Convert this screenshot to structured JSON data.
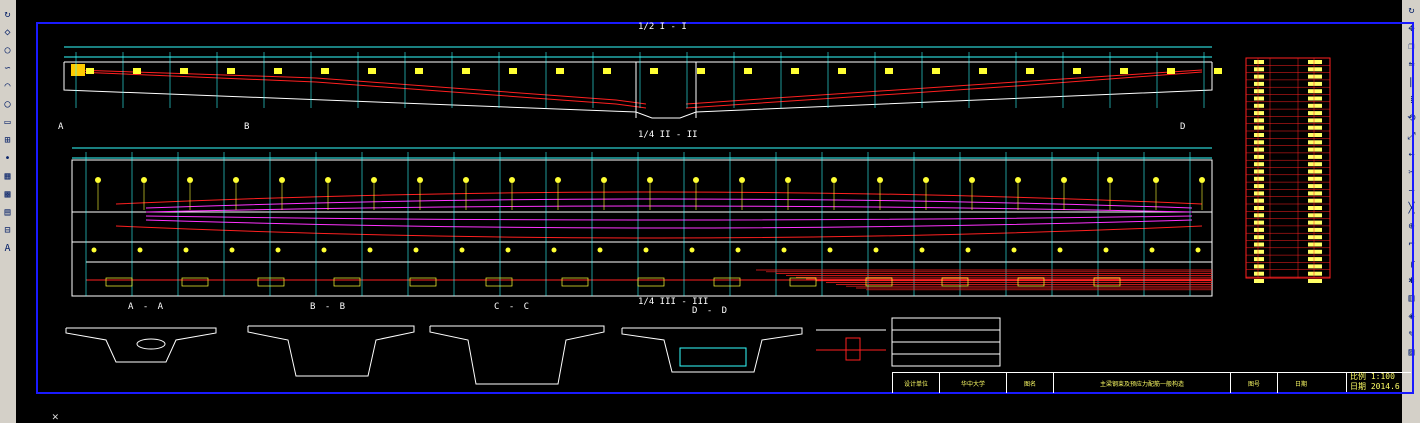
{
  "drawing": {
    "title_top": "1/2 I - I",
    "title_mid": "1/4 II - II",
    "title_bot": "1/4 III - III",
    "section_labels": [
      "A - A",
      "B - B",
      "C - C",
      "D - D"
    ],
    "corner_labels_left": [
      "A",
      "B"
    ],
    "corner_labels_right": [
      "D"
    ]
  },
  "title_block": {
    "cells": [
      "设计单位",
      "华中大学",
      "图名",
      "主梁钢束及预应力配筋一般构造",
      "图号",
      "日期"
    ],
    "scale": "比例 1:100",
    "date": "日期 2014.6"
  },
  "toolbars": {
    "left_icons": [
      "rotate-icon",
      "polygon-icon",
      "lasso-icon",
      "curve-icon",
      "arc-icon",
      "circle-icon",
      "rect-icon",
      "insert-icon",
      "point-icon",
      "hatch-icon",
      "region-icon",
      "table-icon",
      "grid-icon",
      "text-icon"
    ],
    "right_icons": [
      "refresh-icon",
      "move-icon",
      "copy-icon",
      "mirror-icon",
      "offset-icon",
      "array-icon",
      "rotate2-icon",
      "scale-icon",
      "stretch-icon",
      "trim-icon",
      "extend-icon",
      "break-icon",
      "join-icon",
      "chamfer-icon",
      "fillet-icon",
      "explode-icon",
      "layer-icon",
      "prop-icon",
      "match-icon",
      "erase-icon"
    ]
  },
  "left_tool_glyphs": [
    "↻",
    "◇",
    "○",
    "∽",
    "◠",
    "◯",
    "▭",
    "⊞",
    "•",
    "▦",
    "▩",
    "▤",
    "⊟",
    "A"
  ],
  "right_tool_glyphs": [
    "↻",
    "✥",
    "❐",
    "⇋",
    "∥",
    "⁞",
    "⟲",
    "⤢",
    "↔",
    "✂",
    "→",
    "╳",
    "⊕",
    "⌐",
    "╭",
    "✱",
    "▥",
    "◈",
    "✎",
    "▨"
  ],
  "colors": {
    "frame": "#1a1aff",
    "tendon_red": "#ff2020",
    "tendon_magenta": "#ff33ff",
    "dim_cyan": "#33ffff",
    "text_yellow": "#ffff33",
    "grid_green": "#33ff66"
  }
}
